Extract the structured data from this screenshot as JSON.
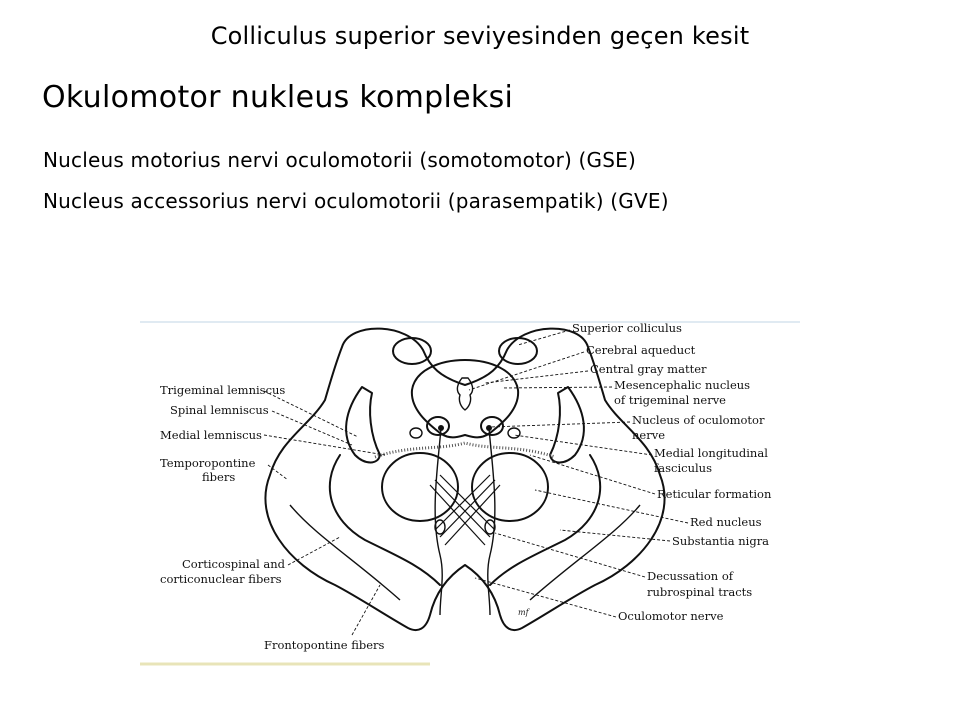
{
  "slide": {
    "header": "Colliculus superior seviyesinden geçen kesit",
    "title": "Okulomotor nukleus kompleksi",
    "bullets": [
      "Nucleus motorius nervi oculomotorii (somotomotor) (GSE)",
      "Nucleus accessorius nervi oculomotorii (parasempatik) (GVE)"
    ]
  },
  "figure": {
    "labels_right": [
      "Superior colliculus",
      "Cerebral aqueduct",
      "Central gray matter",
      "Mesencephalic nucleus",
      "of trigeminal nerve",
      "Nucleus of oculomotor",
      "nerve",
      "Medial longitudinal",
      "fasciculus",
      "Reticular formation",
      "Red nucleus",
      "Substantia nigra",
      "Decussation of",
      "rubrospinal tracts",
      "Oculomotor nerve"
    ],
    "labels_left": [
      "Trigeminal lemniscus",
      "Spinal lemniscus",
      "Medial lemniscus",
      "Temporopontine",
      "fibers",
      "Corticospinal and",
      "corticonuclear fibers",
      "Frontopontine fibers"
    ],
    "signature": "mf"
  }
}
